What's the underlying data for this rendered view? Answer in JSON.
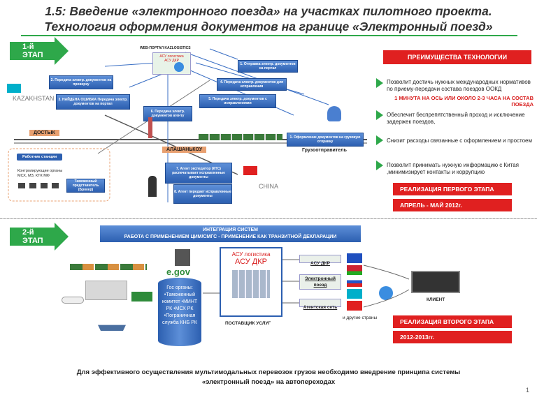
{
  "header": {
    "title_line1": "1.5: Введение «электронного поезда» на участках пилотного проекта.",
    "title_line2": "Технология оформления документов на границе «Электронный поезд»"
  },
  "stage1": {
    "label": "1-й ЭТАП",
    "web_portal": "WEB-ПОРТАЛ KAZLOGISTICS",
    "portal_box_line1": "АСУ логистика",
    "portal_box_line2": "АСУ ДКР",
    "steps": {
      "s1": "1. Оформление документов на грузовую отправку",
      "s1b": "1. Отправка электр. документов на портал",
      "s2": "2. Передача электр. документов на проверку",
      "s3": "3. НАЙДЕНА ОШИБКА Передача электр. документов на портал",
      "s4": "4. Передача электр. документов для исправления",
      "s5": "5. Передача электр. документов с исправлениями",
      "s6": "6. Передача электр. документов агенту",
      "s7": "7. Агент экспедитор (КТС) распечатывает исправленные документы",
      "s8": "8. Агент передает исправленные документы"
    },
    "kazakhstan": "KAZAKHSTAN",
    "dostyk": "ДОСТЫК",
    "alashankou": "АЛАШАНЬКОУ",
    "china": "CHINA",
    "shipper": "Грузоотправитель",
    "station_worker": "Работник станции",
    "control_bodies": "Контролирующие органы МСХ, МЗ, КТК МФ",
    "customs_rep": "Таможенный представитель (Брокер)"
  },
  "advantages": {
    "title": "ПРЕИМУЩЕСТВА ТЕХНОЛОГИИ",
    "items": [
      {
        "text": "Позволит достичь нужных международных нормативов по приему-передачи состава поездов ООКД",
        "highlight": "1 МИНУТА НА ОСЬ ИЛИ ОКОЛО 2-3 ЧАСА НА СОСТАВ ПОЕЗДА"
      },
      {
        "text": "Обеспечит беспрепятственный проход и исключение задержек поездов,"
      },
      {
        "text": "Снизит расходы связанные с оформлением и простоем"
      },
      {
        "text": "Позволит принимать нужную информацию с Китая ,минимизирует контакты и коррупцию"
      }
    ],
    "stage1_realization": "РЕАЛИЗАЦИЯ ПЕРВОГО ЭТАПА",
    "stage1_dates": "АПРЕЛЬ - МАЙ 2012г."
  },
  "stage2": {
    "label": "2-й ЭТАП",
    "integration_line1": "ИНТЕГРАЦИЯ СИСТЕМ",
    "integration_line2": "РАБОТА С ПРИМЕНЕНИЕМ ЦИМ/СМГС - ПРИМЕНЕНИЕ КАК ТРАНЗИТНОЙ ДЕКЛАРАЦИИ",
    "asu_line1": "АСУ логистика",
    "asu_line2": "АСУ ДКР",
    "egov": "e.gov",
    "gov_bodies": "Гос органы: •Таможенный комитет •МИНТ РК •МСХ РК •Пограничная служба КНБ РК",
    "supplier": "ПОСТАВЩИК УСЛУГ",
    "asu_dkr": "АСУ ДКР",
    "e_train_line1": "Электронный",
    "e_train_line2": "поезд",
    "agency": "Агентская сеть",
    "other_countries": "и другие страны",
    "client": "КЛИЕНТ",
    "stage2_realization": "РЕАЛИЗАЦИЯ ВТОРОГО ЭТАПА",
    "stage2_dates": "2012-2013гг."
  },
  "footer": {
    "line1": "Для эффективного осуществления мультимодальных перевозок грузов необходимо внедрение принципа  системы",
    "line2": "«электронный поезд» на автопереходах",
    "page_number": "1"
  },
  "colors": {
    "stage_green": "#2ea84a",
    "box_blue": "#3a6fc4",
    "accent_red": "#e02020"
  }
}
